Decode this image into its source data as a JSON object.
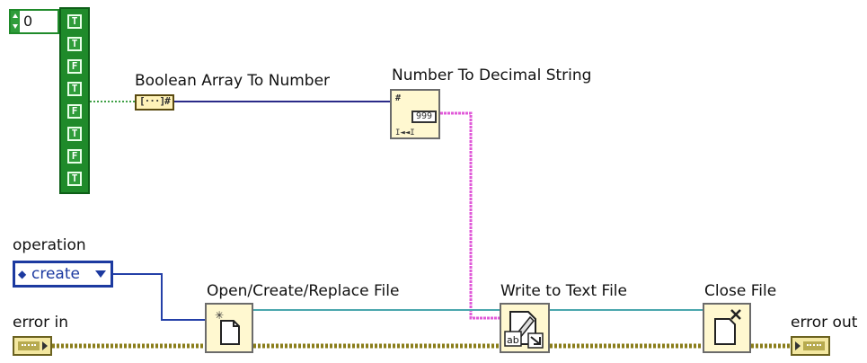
{
  "boolean_array": {
    "index": "0",
    "elements": [
      "T",
      "T",
      "F",
      "T",
      "F",
      "T",
      "F",
      "T"
    ]
  },
  "nodes": {
    "bool_to_number": {
      "label": "Boolean Array To Number",
      "glyph": "[···]#"
    },
    "number_to_decimal_string": {
      "label": "Number To Decimal String",
      "glyph_top": "#",
      "glyph_box": "999",
      "glyph_bottom": "I◄◄I"
    },
    "open_create_replace": {
      "label": "Open/Create/Replace File"
    },
    "write_to_text_file": {
      "label": "Write to Text File",
      "glyph": "ab"
    },
    "close_file": {
      "label": "Close File"
    }
  },
  "operation": {
    "label": "operation",
    "value": "create"
  },
  "error_in": {
    "label": "error in"
  },
  "error_out": {
    "label": "error out"
  },
  "colors": {
    "boolean_wire": "#3fa046",
    "numeric_wire": "#2a2a88",
    "string_wire": "#e05ad8",
    "refnum_wire": "#4aa7ad",
    "error_wire": "#8a7d1a",
    "enum_wire": "#2440a8"
  }
}
